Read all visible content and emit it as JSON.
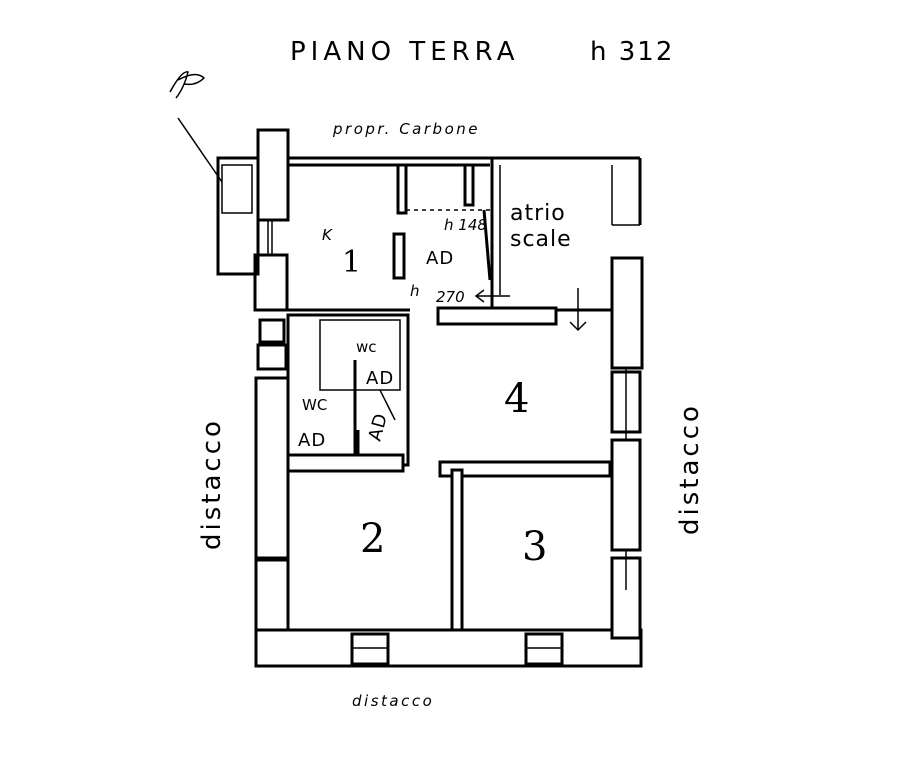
{
  "title": "PIANO  TERRA",
  "height_label": "h  312",
  "neighbor_label": "propr. Carbone",
  "stair_label_line1": "atrio",
  "stair_label_line2": "scale",
  "ceiling_h1": "h 148",
  "ceiling_h2": "h",
  "ceiling_h2_value": "270",
  "room_k": "K",
  "room_1": "1",
  "room_2": "2",
  "room_3": "3",
  "room_4": "4",
  "ad_1": "AD",
  "ad_wc_upper": "AD",
  "ad_wc_lower": "AD",
  "ad_hall": "AD",
  "wc_upper": "wc",
  "wc_lower": "WC",
  "side_left": "distacco",
  "side_right": "distacco",
  "side_bottom": "distacco",
  "north_mark": "N"
}
